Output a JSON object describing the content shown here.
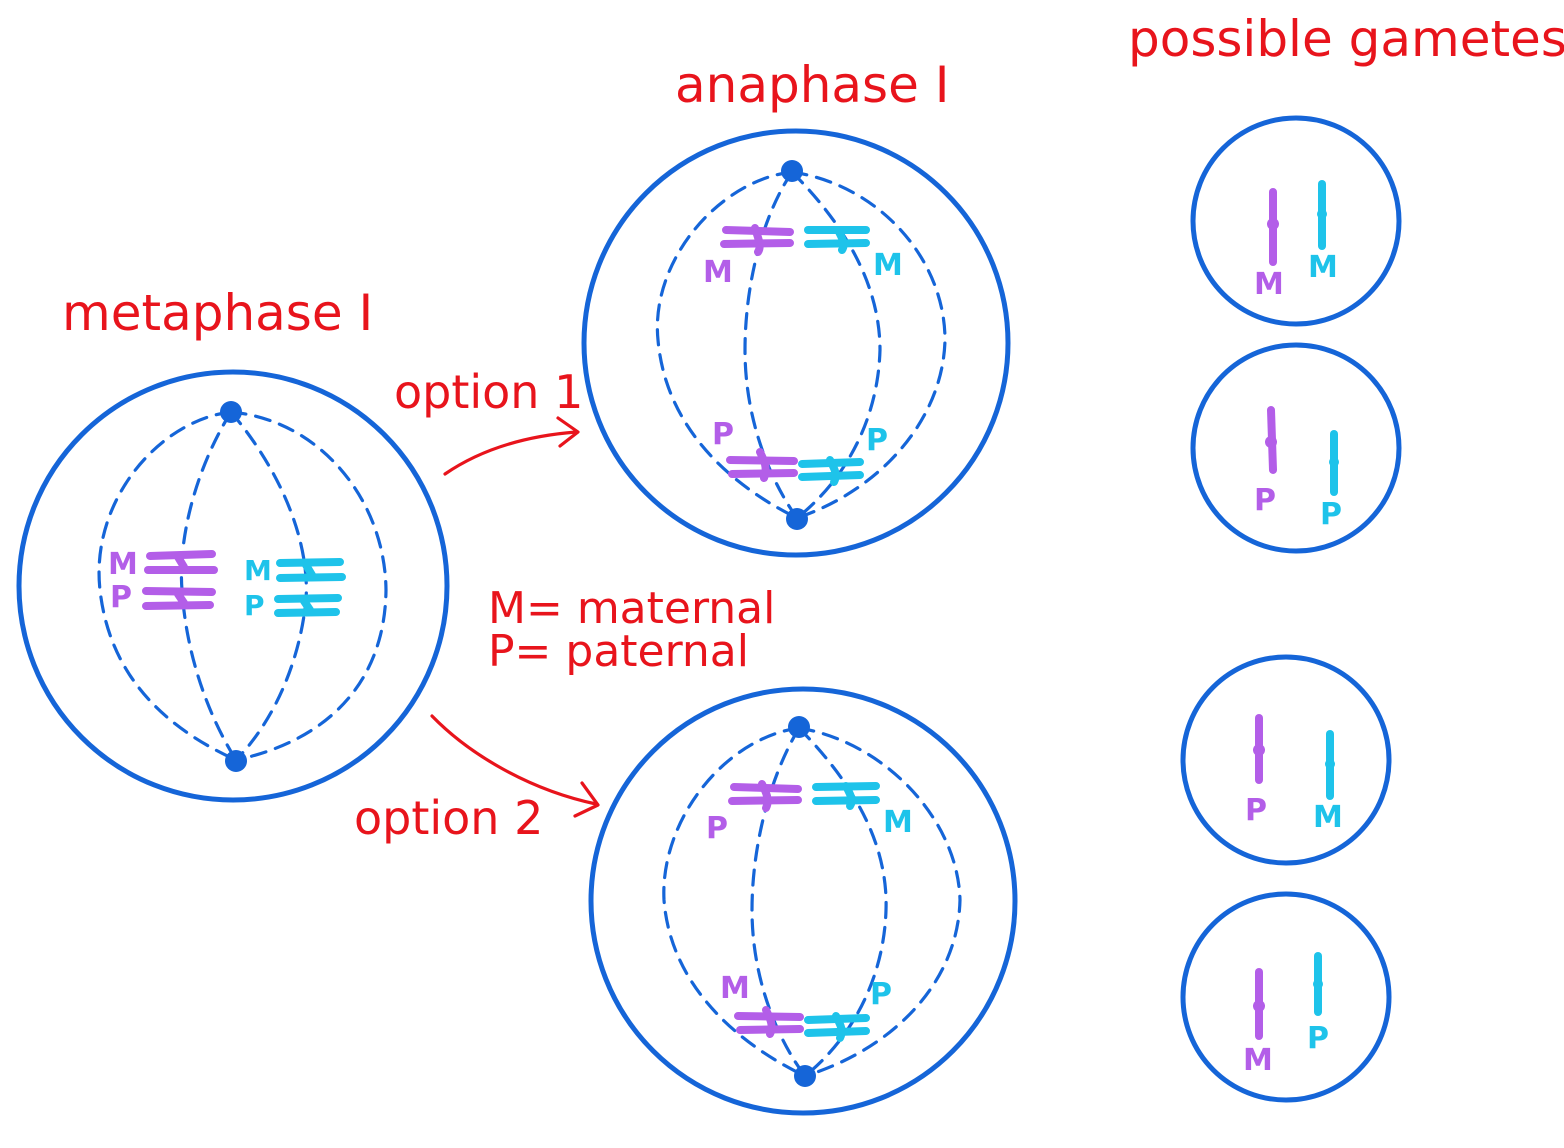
{
  "labels": {
    "metaphase": "metaphase I",
    "anaphase": "anaphase I",
    "gametes_title": "possible gametes",
    "option1": "option 1",
    "option2": "option 2",
    "legend_maternal": "M= maternal",
    "legend_paternal": "P= paternal"
  },
  "letters": {
    "maternal": "M",
    "paternal": "P"
  },
  "colors": {
    "label_red": "#e8141c",
    "cell_blue": "#1565d8",
    "chromosome_purple": "#b35ee8",
    "chromosome_cyan": "#1ec3ea"
  },
  "metaphase_cell": {
    "purple_pair": [
      "M",
      "P"
    ],
    "cyan_pair": [
      "M",
      "P"
    ]
  },
  "anaphase_option1": {
    "top": {
      "purple": "M",
      "cyan": "M"
    },
    "bottom": {
      "purple": "P",
      "cyan": "P"
    }
  },
  "anaphase_option2": {
    "top": {
      "purple": "P",
      "cyan": "M"
    },
    "bottom": {
      "purple": "M",
      "cyan": "P"
    }
  },
  "gametes": [
    {
      "purple": "M",
      "cyan": "M"
    },
    {
      "purple": "P",
      "cyan": "P"
    },
    {
      "purple": "P",
      "cyan": "M"
    },
    {
      "purple": "M",
      "cyan": "P"
    }
  ]
}
